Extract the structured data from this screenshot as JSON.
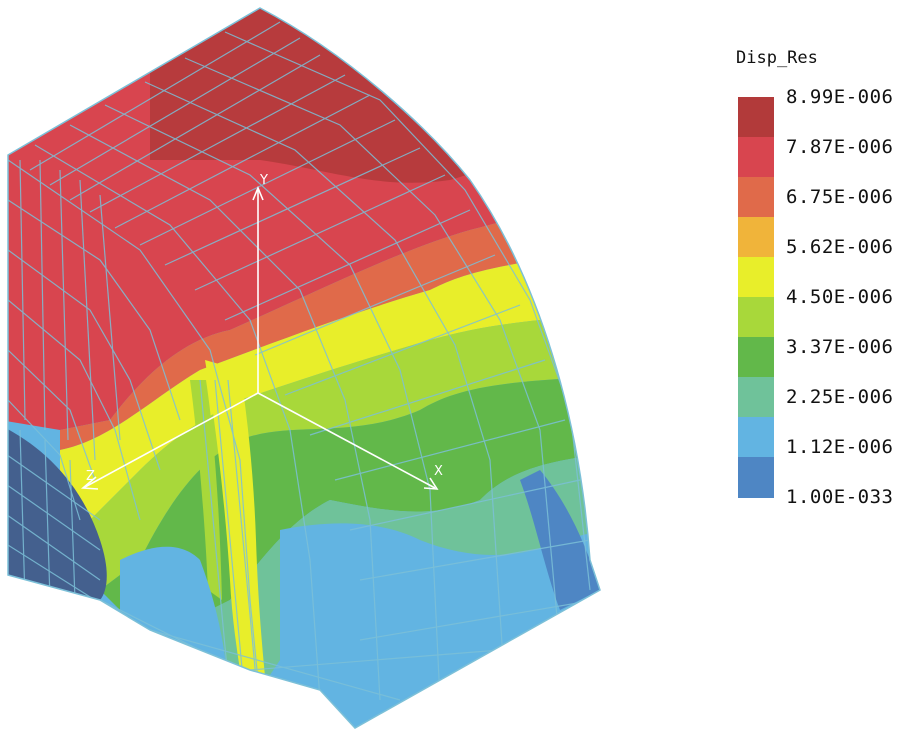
{
  "legend": {
    "title": "Disp_Res",
    "labels": [
      "8.99E-006",
      "7.87E-006",
      "6.75E-006",
      "5.62E-006",
      "4.50E-006",
      "3.37E-006",
      "2.25E-006",
      "1.12E-006",
      "1.00E-033"
    ],
    "colors": [
      "#b23a3a",
      "#d8454f",
      "#e06a4a",
      "#f0b43a",
      "#e8ee2a",
      "#a8d83a",
      "#62b84a",
      "#6fc29a",
      "#62b4e2",
      "#4e86c4"
    ]
  },
  "axes": {
    "x": "X",
    "y": "Y",
    "z": "Z"
  }
}
